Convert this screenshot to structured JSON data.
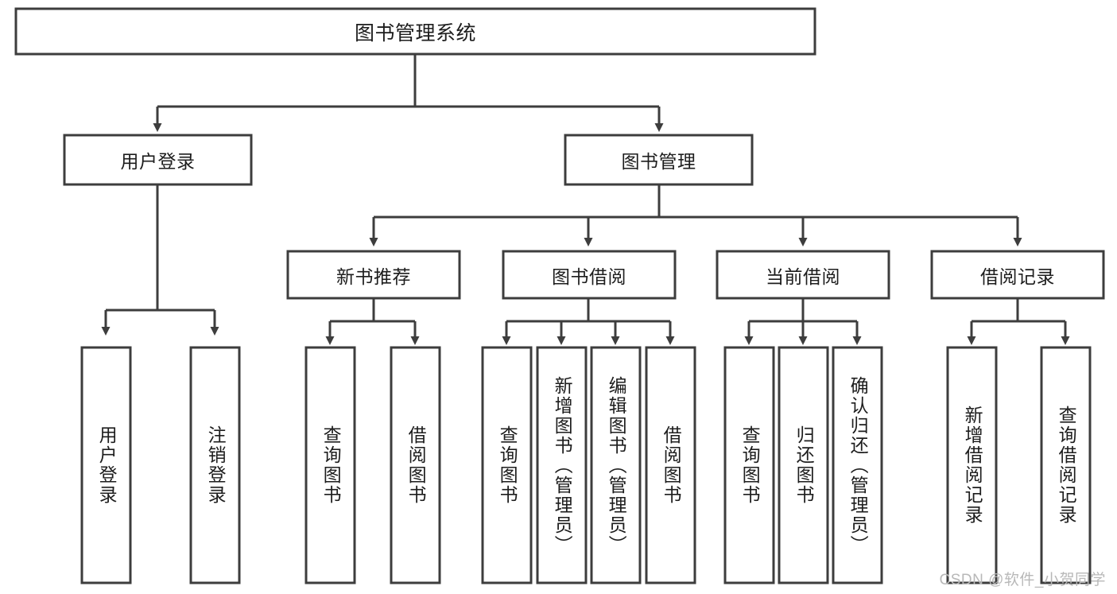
{
  "diagram": {
    "type": "tree-hierarchy",
    "title": "图书管理系统",
    "watermark": "CSDN @软件_小贺同学",
    "colors": {
      "stroke": "#3d3d3d",
      "fill": "#ffffff",
      "text": "#1d1d1d",
      "watermark": "#b8b8b8"
    },
    "levels": {
      "root": {
        "label": "图书管理系统"
      },
      "level2": [
        {
          "id": "user-login",
          "label": "用户登录"
        },
        {
          "id": "book-management",
          "label": "图书管理"
        }
      ],
      "level3": [
        {
          "id": "new-book-recommend",
          "label": "新书推荐",
          "parent": "book-management"
        },
        {
          "id": "book-borrow",
          "label": "图书借阅",
          "parent": "book-management"
        },
        {
          "id": "current-borrow",
          "label": "当前借阅",
          "parent": "book-management"
        },
        {
          "id": "borrow-record",
          "label": "借阅记录",
          "parent": "book-management"
        }
      ],
      "leaves": [
        {
          "id": "leaf-user-login",
          "label": "用户登录",
          "parent": "user-login"
        },
        {
          "id": "leaf-logout-login",
          "label": "注销登录",
          "parent": "user-login"
        },
        {
          "id": "leaf-query-book-1",
          "label": "查询图书",
          "parent": "new-book-recommend"
        },
        {
          "id": "leaf-borrow-book-1",
          "label": "借阅图书",
          "parent": "new-book-recommend"
        },
        {
          "id": "leaf-query-book-2",
          "label": "查询图书",
          "parent": "book-borrow"
        },
        {
          "id": "leaf-add-book",
          "label": "新增图书（管理员）",
          "parent": "book-borrow"
        },
        {
          "id": "leaf-edit-book",
          "label": "编辑图书（管理员）",
          "parent": "book-borrow"
        },
        {
          "id": "leaf-borrow-book-2",
          "label": "借阅图书",
          "parent": "book-borrow"
        },
        {
          "id": "leaf-query-book-3",
          "label": "查询图书",
          "parent": "current-borrow"
        },
        {
          "id": "leaf-return-book",
          "label": "归还图书",
          "parent": "current-borrow"
        },
        {
          "id": "leaf-confirm-return",
          "label": "确认归还（管理员）",
          "parent": "current-borrow"
        },
        {
          "id": "leaf-add-record",
          "label": "新增借阅记录",
          "parent": "borrow-record"
        },
        {
          "id": "leaf-query-record",
          "label": "查询借阅记录",
          "parent": "borrow-record"
        }
      ]
    }
  }
}
